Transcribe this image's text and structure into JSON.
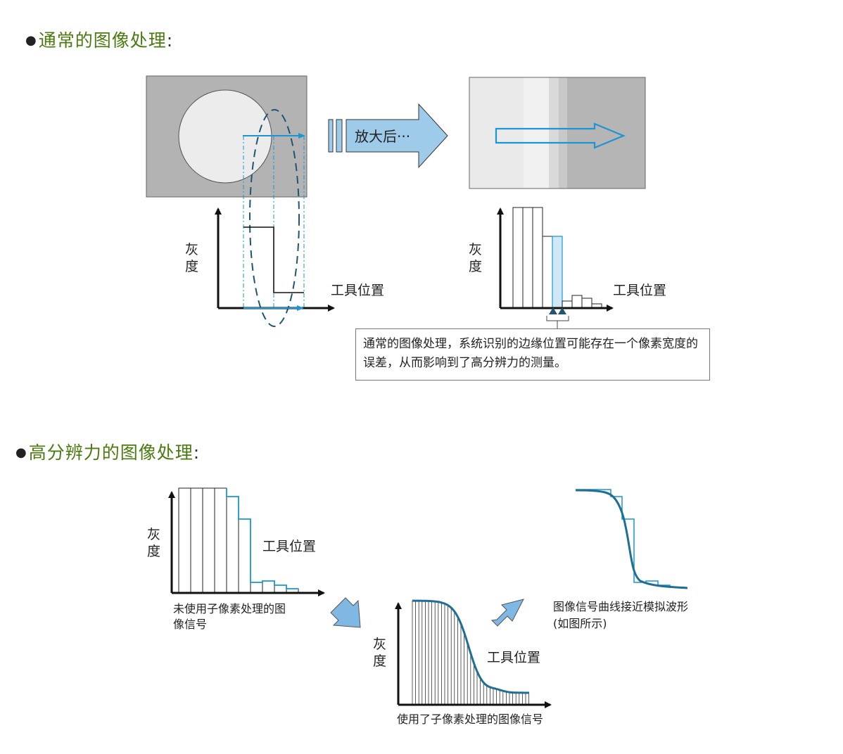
{
  "section1": {
    "heading": "通常的图像处理",
    "colon": ":",
    "arrow_label": "放大后···",
    "y_label_1": "灰",
    "y_label_2": "度",
    "x_label": "工具位置",
    "note": "通常的图像处理，系统识别的边缘位置可能存在一个像素宽度的误差，从而影响到了高分辨力的测量。"
  },
  "section2": {
    "heading": "高分辨力的图像处理",
    "colon": ":",
    "y_label_1": "灰",
    "y_label_2": "度",
    "x_label": "工具位置",
    "caption_left_1": "未使用子像素处理的图",
    "caption_left_2": "像信号",
    "caption_mid": "使用了子像素处理的图像信号",
    "caption_right_1": "图像信号曲线接近模拟波形",
    "caption_right_2": "(如图所示)"
  },
  "colors": {
    "heading": "#4a7a10",
    "accent_blue": "#1a96d4",
    "dark_blue": "#1f6e96",
    "arrow_fill": "#9fcbea",
    "dark_gray": "#b3b3b3",
    "light_gray": "#ececec"
  },
  "icons": [
    "bullet-icon",
    "right-arrow-icon",
    "up-triangle-icon",
    "diagonal-arrow-icon"
  ]
}
